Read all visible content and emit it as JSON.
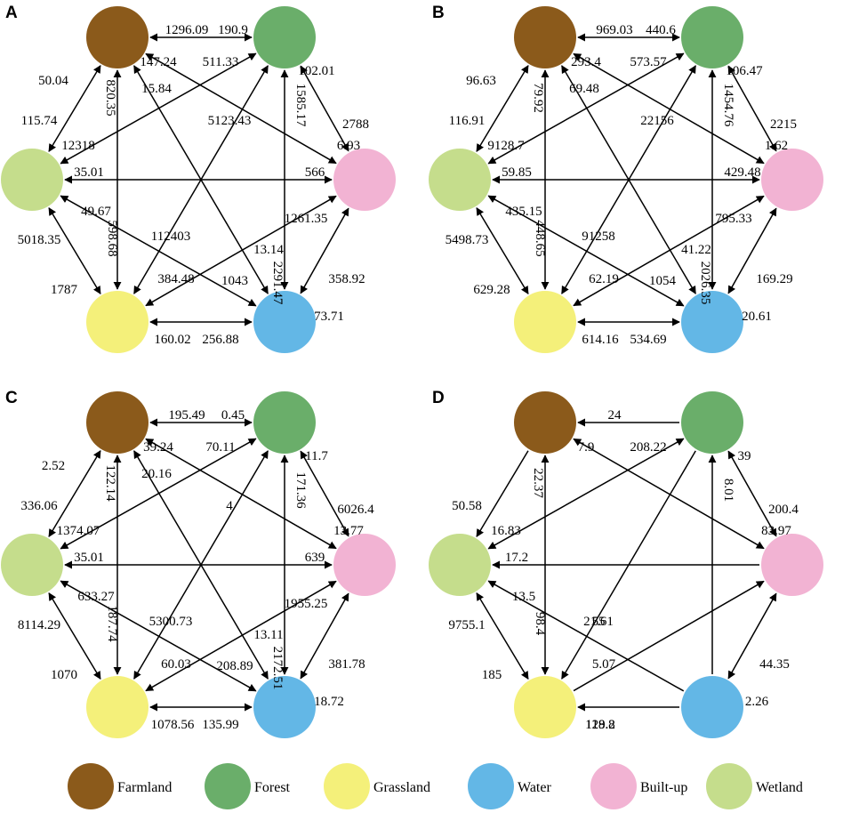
{
  "colors": {
    "Farmland": "#8B5A1B",
    "Forest": "#6AAE6A",
    "Grassland": "#F4F07A",
    "Water": "#63B7E6",
    "Built-up": "#F2B3D3",
    "Wetland": "#C5DD8C"
  },
  "legend": [
    {
      "key": "Farmland",
      "label": "Farmland"
    },
    {
      "key": "Forest",
      "label": "Forest"
    },
    {
      "key": "Grassland",
      "label": "Grassland"
    },
    {
      "key": "Water",
      "label": "Water"
    },
    {
      "key": "Built-up",
      "label": "Built-up"
    },
    {
      "key": "Wetland",
      "label": "Wetland"
    }
  ],
  "panels": [
    {
      "label": "A",
      "transitions": [
        {
          "from": "Forest",
          "to": "Farmland",
          "value": "1296.09"
        },
        {
          "from": "Farmland",
          "to": "Forest",
          "value": "190.9"
        },
        {
          "from": "Wetland",
          "to": "Farmland",
          "value": "50.04"
        },
        {
          "from": "Farmland",
          "to": "Wetland",
          "value": "115.74"
        },
        {
          "from": "Grassland",
          "to": "Farmland",
          "value": "820.35"
        },
        {
          "from": "Farmland",
          "to": "Grassland",
          "value": "598.68"
        },
        {
          "from": "Built-up",
          "to": "Farmland",
          "value": "147.24"
        },
        {
          "from": "Farmland",
          "to": "Built-up",
          "value": "6.93"
        },
        {
          "from": "Water",
          "to": "Farmland",
          "value": "15.84"
        },
        {
          "from": "Farmland",
          "to": "Water",
          "value": "13.14"
        },
        {
          "from": "Wetland",
          "to": "Forest",
          "value": "511.33"
        },
        {
          "from": "Forest",
          "to": "Wetland",
          "value": "12318"
        },
        {
          "from": "Grassland",
          "to": "Forest",
          "value": "5123.43"
        },
        {
          "from": "Forest",
          "to": "Grassland",
          "value": "112403"
        },
        {
          "from": "Built-up",
          "to": "Forest",
          "value": "102.01"
        },
        {
          "from": "Forest",
          "to": "Built-up",
          "value": "2788"
        },
        {
          "from": "Water",
          "to": "Forest",
          "value": "1585.17"
        },
        {
          "from": "Forest",
          "to": "Water",
          "value": "2291.47"
        },
        {
          "from": "Built-up",
          "to": "Wetland",
          "value": "35.01"
        },
        {
          "from": "Wetland",
          "to": "Built-up",
          "value": "566"
        },
        {
          "from": "Grassland",
          "to": "Wetland",
          "value": "5018.35"
        },
        {
          "from": "Wetland",
          "to": "Grassland",
          "value": "1787"
        },
        {
          "from": "Water",
          "to": "Wetland",
          "value": "49.67"
        },
        {
          "from": "Wetland",
          "to": "Water",
          "value": "1043"
        },
        {
          "from": "Built-up",
          "to": "Grassland",
          "value": "1261.35"
        },
        {
          "from": "Grassland",
          "to": "Built-up",
          "value": "384.48"
        },
        {
          "from": "Water",
          "to": "Grassland",
          "value": "160.02"
        },
        {
          "from": "Grassland",
          "to": "Water",
          "value": "256.88"
        },
        {
          "from": "Water",
          "to": "Built-up",
          "value": "358.92"
        },
        {
          "from": "Built-up",
          "to": "Water",
          "value": "73.71"
        }
      ]
    },
    {
      "label": "B",
      "transitions": [
        {
          "from": "Forest",
          "to": "Farmland",
          "value": "969.03"
        },
        {
          "from": "Farmland",
          "to": "Forest",
          "value": "440.6"
        },
        {
          "from": "Wetland",
          "to": "Farmland",
          "value": "96.63"
        },
        {
          "from": "Farmland",
          "to": "Wetland",
          "value": "116.91"
        },
        {
          "from": "Grassland",
          "to": "Farmland",
          "value": "79.92"
        },
        {
          "from": "Farmland",
          "to": "Grassland",
          "value": "448.65"
        },
        {
          "from": "Built-up",
          "to": "Farmland",
          "value": "293.4"
        },
        {
          "from": "Farmland",
          "to": "Built-up",
          "value": "1.62"
        },
        {
          "from": "Water",
          "to": "Farmland",
          "value": "69.48"
        },
        {
          "from": "Farmland",
          "to": "Water",
          "value": "41.22"
        },
        {
          "from": "Wetland",
          "to": "Forest",
          "value": "573.57"
        },
        {
          "from": "Forest",
          "to": "Wetland",
          "value": "9128.7"
        },
        {
          "from": "Grassland",
          "to": "Forest",
          "value": "22156"
        },
        {
          "from": "Forest",
          "to": "Grassland",
          "value": "91258"
        },
        {
          "from": "Built-up",
          "to": "Forest",
          "value": "106.47"
        },
        {
          "from": "Forest",
          "to": "Built-up",
          "value": "2215"
        },
        {
          "from": "Water",
          "to": "Forest",
          "value": "1454.76"
        },
        {
          "from": "Forest",
          "to": "Water",
          "value": "2026.35"
        },
        {
          "from": "Built-up",
          "to": "Wetland",
          "value": "59.85"
        },
        {
          "from": "Wetland",
          "to": "Built-up",
          "value": "429.48"
        },
        {
          "from": "Grassland",
          "to": "Wetland",
          "value": "5498.73"
        },
        {
          "from": "Wetland",
          "to": "Grassland",
          "value": "629.28"
        },
        {
          "from": "Water",
          "to": "Wetland",
          "value": "435.15"
        },
        {
          "from": "Wetland",
          "to": "Water",
          "value": "1054"
        },
        {
          "from": "Built-up",
          "to": "Grassland",
          "value": "795.33"
        },
        {
          "from": "Grassland",
          "to": "Built-up",
          "value": "62.19"
        },
        {
          "from": "Water",
          "to": "Grassland",
          "value": "614.16"
        },
        {
          "from": "Grassland",
          "to": "Water",
          "value": "534.69"
        },
        {
          "from": "Water",
          "to": "Built-up",
          "value": "169.29"
        },
        {
          "from": "Built-up",
          "to": "Water",
          "value": "20.61"
        }
      ]
    },
    {
      "label": "C",
      "transitions": [
        {
          "from": "Forest",
          "to": "Farmland",
          "value": "195.49"
        },
        {
          "from": "Farmland",
          "to": "Forest",
          "value": "0.45"
        },
        {
          "from": "Wetland",
          "to": "Farmland",
          "value": "2.52"
        },
        {
          "from": "Farmland",
          "to": "Wetland",
          "value": "336.06"
        },
        {
          "from": "Grassland",
          "to": "Farmland",
          "value": "122.14"
        },
        {
          "from": "Farmland",
          "to": "Grassland",
          "value": "187.74"
        },
        {
          "from": "Built-up",
          "to": "Farmland",
          "value": "39.24"
        },
        {
          "from": "Farmland",
          "to": "Built-up",
          "value": "13.77"
        },
        {
          "from": "Water",
          "to": "Farmland",
          "value": "20.16"
        },
        {
          "from": "Farmland",
          "to": "Water",
          "value": "13.11"
        },
        {
          "from": "Wetland",
          "to": "Forest",
          "value": "70.11"
        },
        {
          "from": "Forest",
          "to": "Wetland",
          "value": "1374.07"
        },
        {
          "from": "Grassland",
          "to": "Forest",
          "value": "4"
        },
        {
          "from": "Forest",
          "to": "Grassland",
          "value": "5300.73"
        },
        {
          "from": "Built-up",
          "to": "Forest",
          "value": "11.7"
        },
        {
          "from": "Forest",
          "to": "Built-up",
          "value": "6026.4"
        },
        {
          "from": "Water",
          "to": "Forest",
          "value": "171.36"
        },
        {
          "from": "Forest",
          "to": "Water",
          "value": "2172.51"
        },
        {
          "from": "Built-up",
          "to": "Wetland",
          "value": "35.01"
        },
        {
          "from": "Wetland",
          "to": "Built-up",
          "value": "639"
        },
        {
          "from": "Grassland",
          "to": "Wetland",
          "value": "8114.29"
        },
        {
          "from": "Wetland",
          "to": "Grassland",
          "value": "1070"
        },
        {
          "from": "Water",
          "to": "Wetland",
          "value": "633.27"
        },
        {
          "from": "Wetland",
          "to": "Water",
          "value": "208.89"
        },
        {
          "from": "Built-up",
          "to": "Grassland",
          "value": "1955.25"
        },
        {
          "from": "Grassland",
          "to": "Built-up",
          "value": "60.03"
        },
        {
          "from": "Water",
          "to": "Grassland",
          "value": "1078.56"
        },
        {
          "from": "Grassland",
          "to": "Water",
          "value": "135.99"
        },
        {
          "from": "Water",
          "to": "Built-up",
          "value": "381.78"
        },
        {
          "from": "Built-up",
          "to": "Water",
          "value": "18.72"
        }
      ]
    },
    {
      "label": "D",
      "transitions": [
        {
          "from": "Forest",
          "to": "Farmland",
          "value": "24"
        },
        {
          "from": "Farmland",
          "to": "Wetland",
          "value": "50.58"
        },
        {
          "from": "Farmland",
          "to": "Grassland",
          "value": "98.4"
        },
        {
          "from": "Built-up",
          "to": "Farmland",
          "value": "7.9"
        },
        {
          "from": "Forest",
          "to": "Wetland",
          "value": "16.83"
        },
        {
          "from": "Wetland",
          "to": "Forest",
          "value": "208.22"
        },
        {
          "from": "Forest",
          "to": "Grassland",
          "value": "21.61"
        },
        {
          "from": "Built-up",
          "to": "Forest",
          "value": "39"
        },
        {
          "from": "Forest",
          "to": "Built-up",
          "value": "200.4"
        },
        {
          "from": "Farmland",
          "to": "Built-up",
          "value": "83.97"
        },
        {
          "from": "Water",
          "to": "Forest",
          "value": "8.01"
        },
        {
          "from": "Built-up",
          "to": "Wetland",
          "value": "17.2"
        },
        {
          "from": "Grassland",
          "to": "Wetland",
          "value": "9755.1"
        },
        {
          "from": "Wetland",
          "to": "Grassland",
          "value": "185"
        },
        {
          "from": "Water",
          "to": "Wetland",
          "value": "13.5"
        },
        {
          "from": "Grassland",
          "to": "Farmland",
          "value": "22.37"
        },
        {
          "from": "Water",
          "to": "Grassland",
          "value": "118.8"
        },
        {
          "from": "Forest",
          "to": "Grassland",
          "value": "55"
        },
        {
          "from": "Grassland",
          "to": "Built-up",
          "value": "5.07"
        },
        {
          "from": "Water",
          "to": "Grassland",
          "value": "129.2"
        },
        {
          "from": "Water",
          "to": "Built-up",
          "value": "44.35"
        },
        {
          "from": "Built-up",
          "to": "Water",
          "value": "2.26"
        }
      ]
    }
  ]
}
